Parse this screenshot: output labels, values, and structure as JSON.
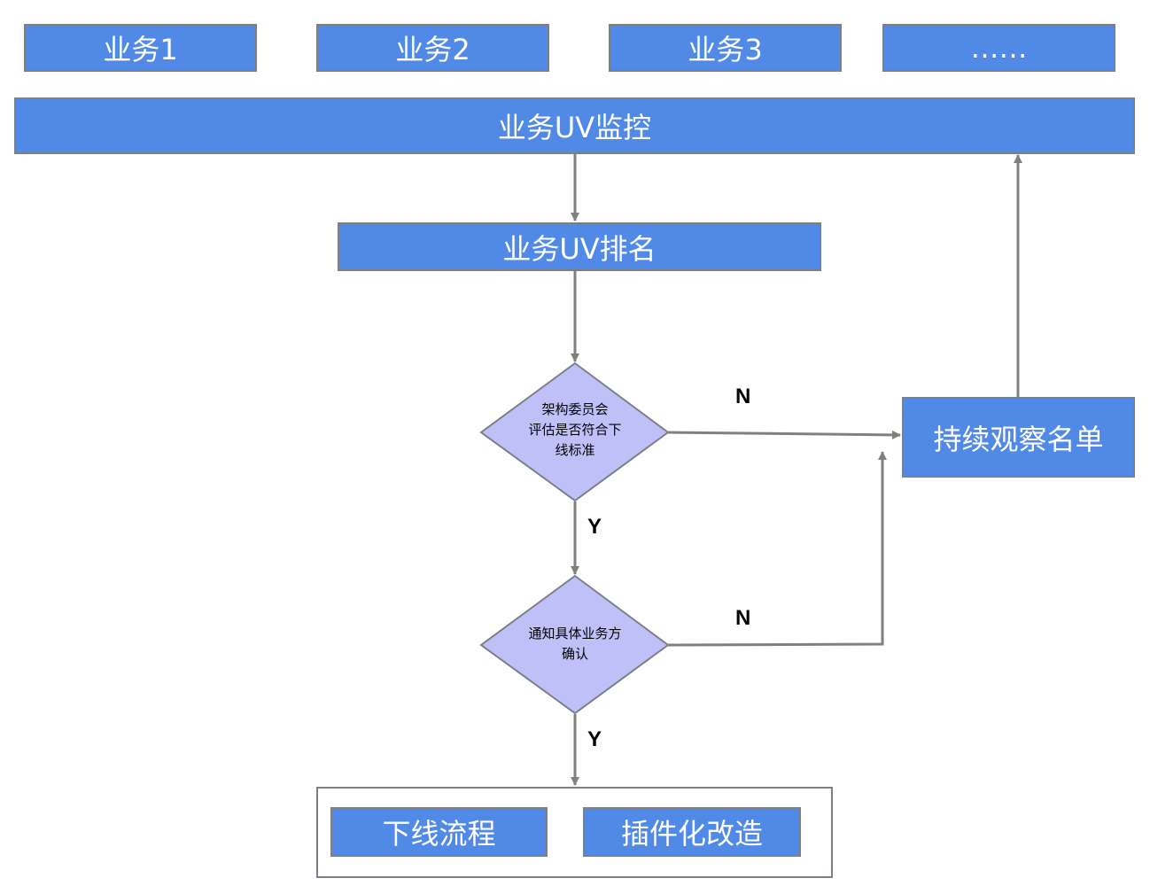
{
  "business_boxes": [
    "业务1",
    "业务2",
    "业务3",
    "……"
  ],
  "monitor": "业务UV监控",
  "ranking": "业务UV排名",
  "decision1": "架构委员会\n评估是否符合下\n线标准",
  "decision2": "通知具体业务方\n确认",
  "observe": "持续观察名单",
  "edge_labels": {
    "n1": "N",
    "y1": "Y",
    "n2": "N",
    "y2": "Y"
  },
  "outcomes": [
    "下线流程",
    "插件化改造"
  ],
  "colors": {
    "box_fill": "#5189e6",
    "box_border": "#7a7f88",
    "diamond_fill": "#c0c0f8",
    "arrow": "#808080",
    "text_light": "#ffffff",
    "text_dark": "#000000"
  }
}
